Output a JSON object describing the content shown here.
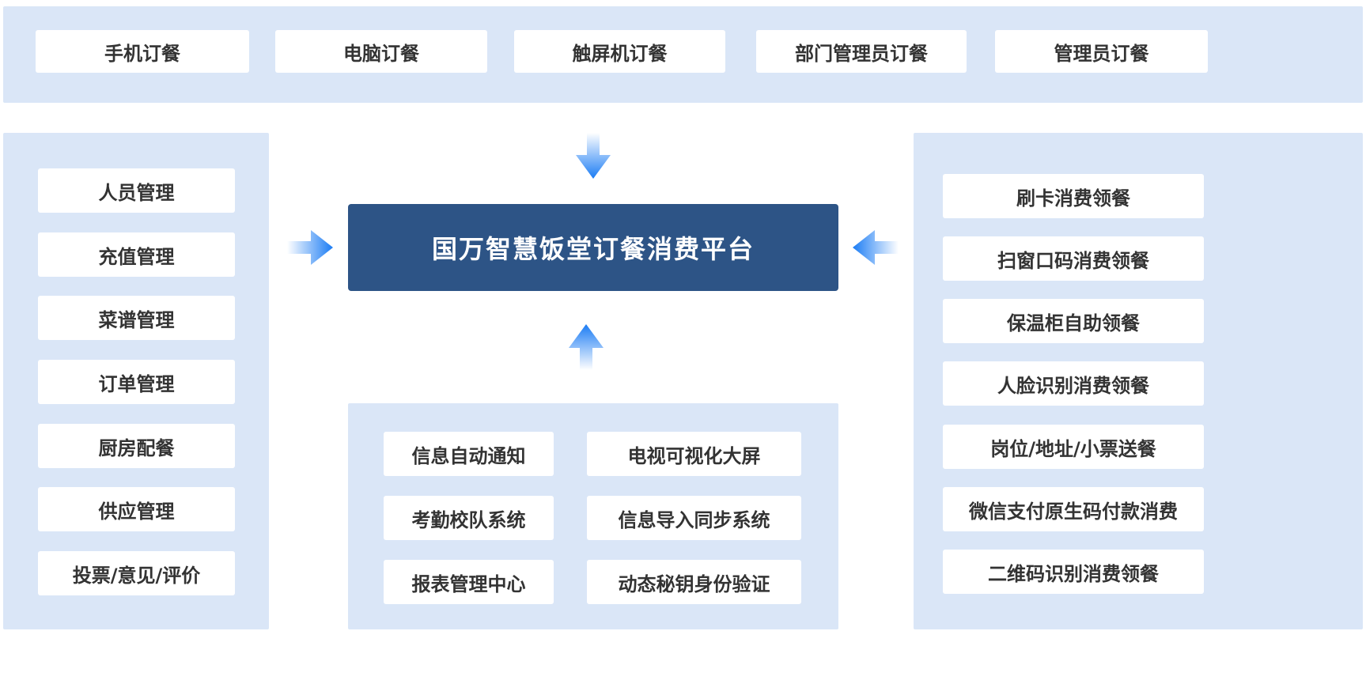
{
  "platform": {
    "title": "国万智慧饭堂订餐消费平台"
  },
  "top_channels": [
    "手机订餐",
    "电脑订餐",
    "触屏机订餐",
    "部门管理员订餐",
    "管理员订餐"
  ],
  "left_modules": [
    "人员管理",
    "充值管理",
    "菜谱管理",
    "订单管理",
    "厨房配餐",
    "供应管理",
    "投票/意见/评价"
  ],
  "right_methods": [
    "刷卡消费领餐",
    "扫窗口码消费领餐",
    "保温柜自助领餐",
    "人脸识别消费领餐",
    "岗位/地址/小票送餐",
    "微信支付原生码付款消费",
    "二维码识别消费领餐"
  ],
  "bottom_systems": {
    "col1": [
      "信息自动通知",
      "考勤校队系统",
      "报表管理中心"
    ],
    "col2": [
      "电视可视化大屏",
      "信息导入同步系统",
      "动态秘钥身份验证"
    ]
  },
  "icons": {
    "arrow_down": "arrow-down-icon",
    "arrow_up": "arrow-up-icon",
    "arrow_left": "arrow-left-icon",
    "arrow_right": "arrow-right-icon"
  },
  "colors": {
    "panel_bg": "#dae6f7",
    "center_bg": "#2d5486",
    "arrow_blue": "#1b7cf4",
    "box_text": "#333333"
  }
}
